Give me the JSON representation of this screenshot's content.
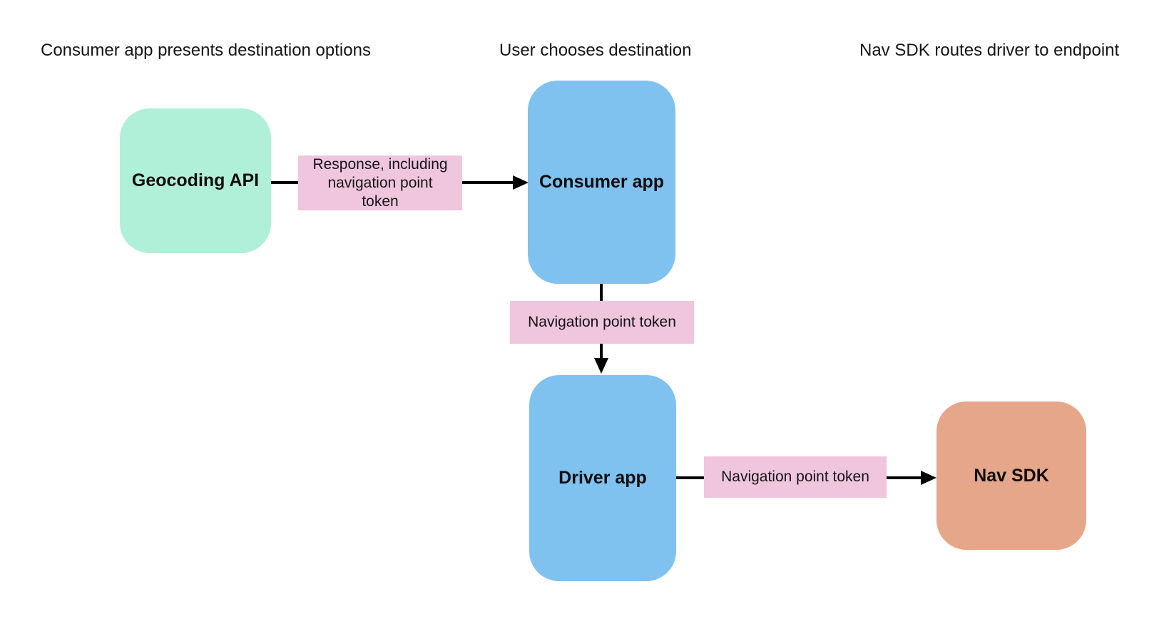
{
  "diagram": {
    "background_color": "#ffffff",
    "arrow_color": "#000000",
    "edge_label_bg": "#efc6de",
    "column_headers": [
      {
        "label": "Consumer app presents destination options"
      },
      {
        "label": "User chooses destination"
      },
      {
        "label": "Nav SDK routes driver to endpoint"
      }
    ],
    "nodes": [
      {
        "id": "geocoding-api",
        "label": "Geocoding API",
        "color": "#b1f0d8"
      },
      {
        "id": "consumer-app",
        "label": "Consumer app",
        "color": "#7fc2f0"
      },
      {
        "id": "driver-app",
        "label": "Driver app",
        "color": "#7fc2f0"
      },
      {
        "id": "nav-sdk",
        "label": "Nav SDK",
        "color": "#e6a689"
      }
    ],
    "edges": [
      {
        "from": "geocoding-api",
        "to": "consumer-app",
        "label": "Response, including\nnavigation point\ntoken"
      },
      {
        "from": "consumer-app",
        "to": "driver-app",
        "label": "Navigation point token"
      },
      {
        "from": "driver-app",
        "to": "nav-sdk",
        "label": "Navigation point token"
      }
    ]
  }
}
